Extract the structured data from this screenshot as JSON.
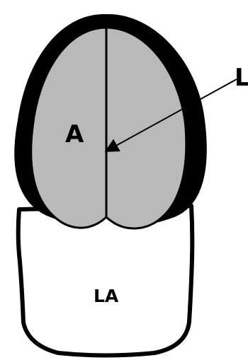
{
  "diagram": {
    "labels": {
      "a": "A",
      "l": "L",
      "la": "LA"
    },
    "colors": {
      "outer_band": "#000000",
      "inner_region": "#b9b9b9",
      "lower_region": "#ffffff",
      "stroke": "#000000",
      "background": "#ffffff"
    }
  }
}
